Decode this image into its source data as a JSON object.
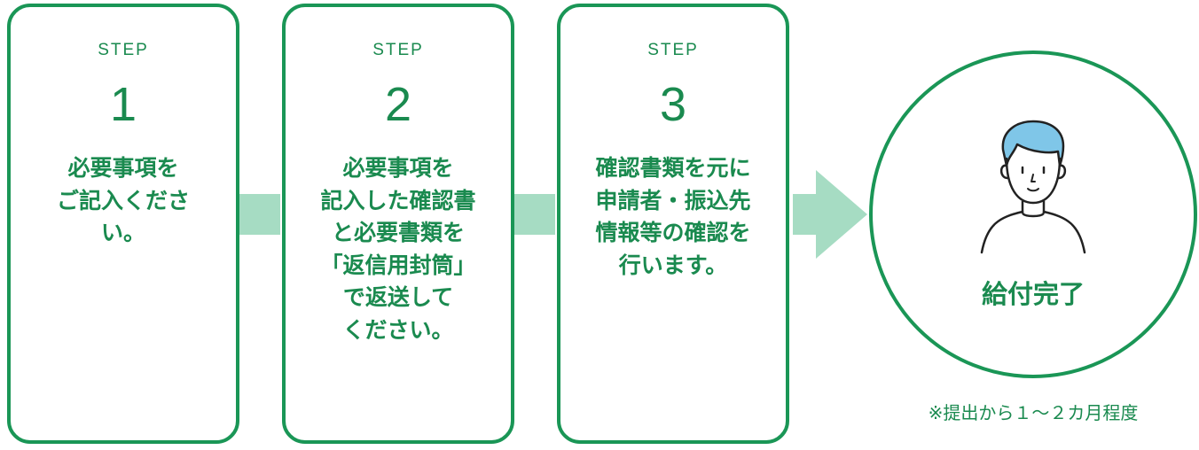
{
  "steps": [
    {
      "label": "STEP",
      "number": "1",
      "text": "必要事項を\nご記入くださ\nい。"
    },
    {
      "label": "STEP",
      "number": "2",
      "text": "必要事項を\n記入した確認書\nと必要書類を\n「返信用封筒」\nで返送して\nください。"
    },
    {
      "label": "STEP",
      "number": "3",
      "text": "確認書類を元に\n申請者・振込先\n情報等の確認を\n行います。"
    }
  ],
  "completion": {
    "label": "給付完了",
    "icon": "person-icon"
  },
  "note": "※提出から１〜２カ月程度",
  "colors": {
    "accent": "#1a9656",
    "text": "#1a8a4f",
    "connector": "#a6dcc3",
    "hair": "#7fc6e8"
  }
}
